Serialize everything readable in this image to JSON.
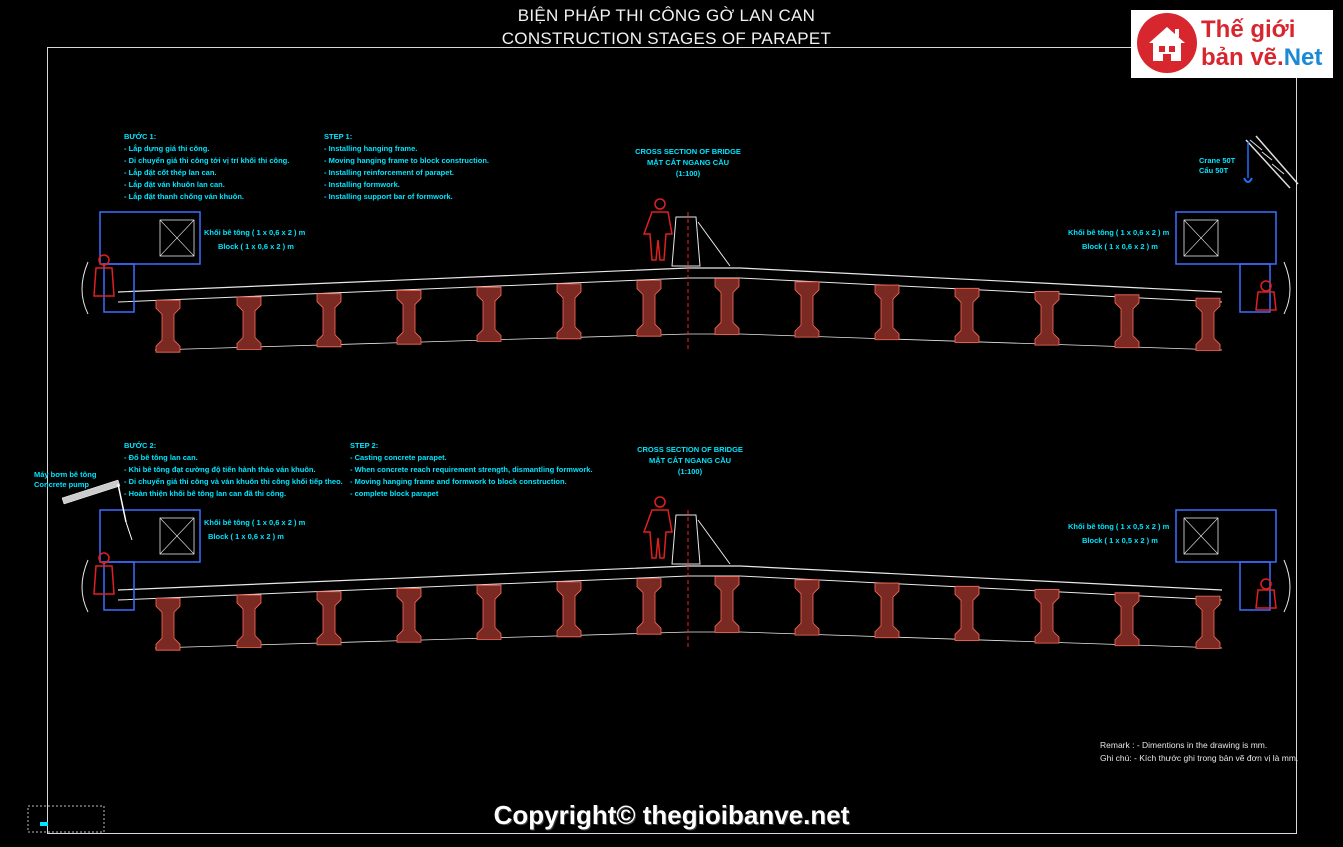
{
  "title": {
    "vi": "BIỆN PHÁP THI CÔNG GỜ LAN CAN",
    "en": "CONSTRUCTION STAGES OF PARAPET"
  },
  "logo": {
    "line1": "Thế giới",
    "line2_main": "bản vẽ.",
    "line2_accent": "Net"
  },
  "stage1": {
    "vi_heading": "BƯỚC 1:",
    "vi_steps": [
      "- Lắp dựng giá thi công.",
      "- Di chuyển giá thi công tới vị trí khối thi công.",
      "- Lắp đặt cốt thép lan can.",
      "- Lắp đặt ván khuôn lan can.",
      "- Lắp đặt thanh chống ván khuôn."
    ],
    "en_heading": "STEP 1:",
    "en_steps": [
      "- Installing hanging frame.",
      "- Moving hanging frame to block construction.",
      "- Installing reinforcement of parapet.",
      "- Installing formwork.",
      "- Installing support bar of formwork."
    ],
    "section": [
      "CROSS SECTION OF BRIDGE",
      "MẶT CẮT NGANG CẦU",
      "(1:100)"
    ],
    "block_left": [
      "Khối bê tông ( 1 x 0,6 x 2 ) m",
      "Block ( 1 x 0,6 x 2 ) m"
    ],
    "block_right": [
      "Khối bê tông ( 1 x 0,6 x 2 ) m",
      "Block ( 1 x 0,6 x 2 ) m"
    ],
    "crane": [
      "Crane 50T",
      "Cẩu 50T"
    ]
  },
  "stage2": {
    "vi_heading": "BƯỚC 2:",
    "vi_steps": [
      "- Đổ bê tông lan can.",
      "- Khi bê tông đạt cường độ tiến hành tháo ván khuôn.",
      "- Di chuyển giá thi công và ván khuôn thi công khối tiếp theo.",
      "- Hoàn thiện khối bê tông lan can đã thi công."
    ],
    "en_heading": "STEP 2:",
    "en_steps": [
      "- Casting concrete parapet.",
      "- When concrete reach requirement strength, dismantling formwork.",
      "- Moving hanging frame and formwork to block construction.",
      "- complete block parapet"
    ],
    "section": [
      "CROSS SECTION OF BRIDGE",
      "MẶT CẮT NGANG CẦU",
      "(1:100)"
    ],
    "block_left": [
      "Khối bê tông ( 1 x 0,6 x 2 ) m",
      "Block ( 1 x 0,6 x 2 ) m"
    ],
    "block_right": [
      "Khối bê tông ( 1 x 0,5 x 2 ) m",
      "Block ( 1 x 0,5 x 2 ) m"
    ],
    "pump": [
      "Máy bơm bê tông",
      "Concrete pump"
    ]
  },
  "remark": {
    "en": "Remark :  - Dimentions in the drawing is mm.",
    "vi": "Ghi chú:  - Kích thước ghi trong bản vẽ đơn vị là mm."
  },
  "copyright": "Copyright© thegioibanve.net",
  "colors": {
    "background": "#000000",
    "annotation": "#00e5ff",
    "girder": "#7a2a22",
    "girder_outline": "#ff6a5a",
    "deck": "#e8e8e8",
    "worker": "#e02020",
    "frame": "#3a6fff",
    "centerline": "#ff2020",
    "logo_red": "#d8262e",
    "logo_blue": "#1a8ad4"
  }
}
